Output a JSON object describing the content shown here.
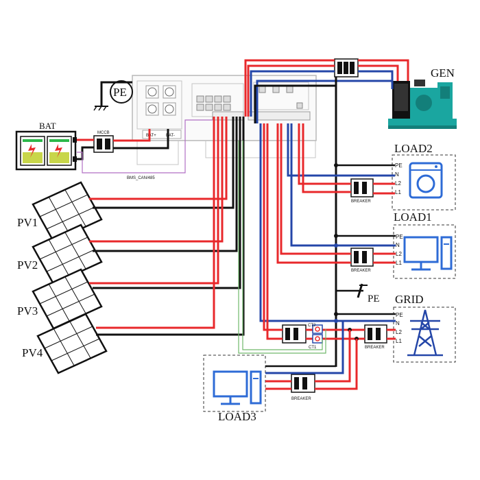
{
  "labels": {
    "pe_top": "PE",
    "bat": "BAT",
    "mccb": "MCCB",
    "bat_plus": "BAT+",
    "bat_minus": "BAT-",
    "bms": "BMS_CAN/485",
    "pv1": "PV1",
    "pv2": "PV2",
    "pv3": "PV3",
    "pv4": "PV4",
    "gen": "GEN",
    "load2": "LOAD2",
    "load1": "LOAD1",
    "grid": "GRID",
    "load3": "LOAD3",
    "pe_ground": "PE",
    "ct1": "CT1",
    "ct2": "CT2",
    "breaker_load2": "BREAKER",
    "breaker_load1": "BREAKER",
    "breaker_grid": "BREAKER",
    "breaker_load3": "BREAKER"
  },
  "terminals": {
    "load2": [
      "PE",
      "N",
      "L2",
      "L1"
    ],
    "load1": [
      "PE",
      "N",
      "L2",
      "L1"
    ],
    "grid": [
      "PE",
      "N",
      "L2",
      "L1"
    ]
  },
  "colors": {
    "red": "#e8282b",
    "blue": "#2446a8",
    "black": "#111111",
    "gray": "#b8b8b8",
    "icon_blue": "#2e6bd6",
    "battery_fill": "#c8d64a",
    "battery_top": "#2db84a",
    "generator": "#1aa6a0",
    "bms_wire": "#b06ec4"
  }
}
